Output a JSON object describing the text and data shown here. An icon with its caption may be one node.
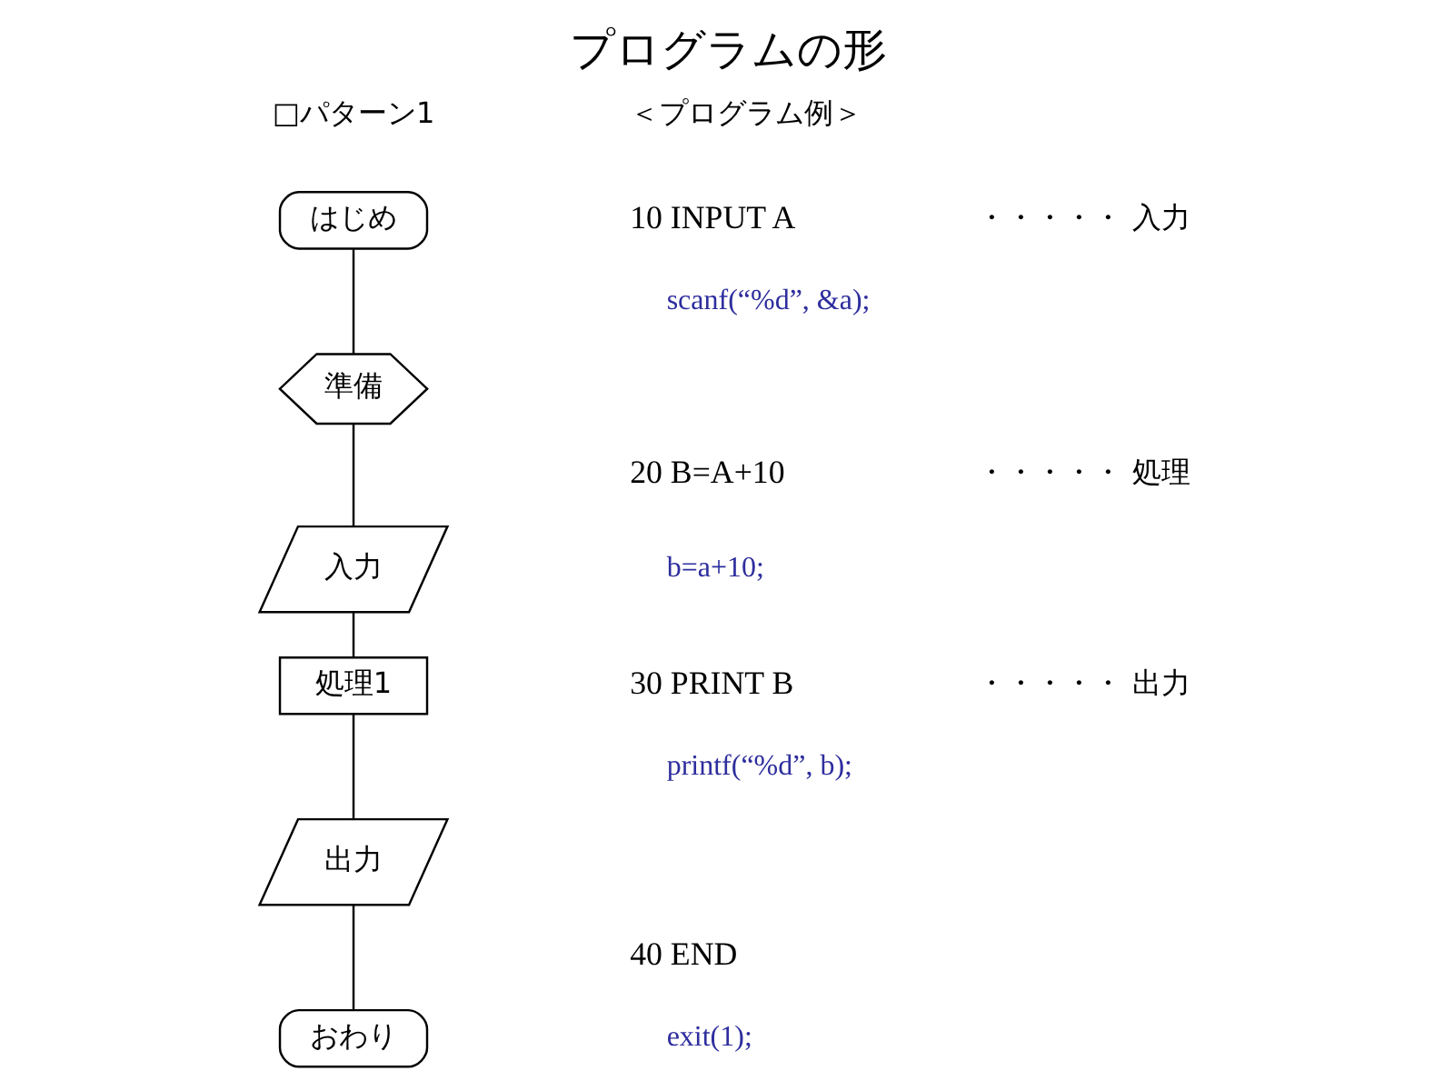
{
  "diagram": {
    "title": "プログラムの形",
    "nodes": [
      {
        "text": [
          "はじめ"
        ]
      },
      {
        "text": [
          "準備"
        ]
      },
      {
        "text": [
          "入力"
        ]
      },
      {
        "text": [
          "処理1"
        ]
      },
      {
        "text": [
          "出力"
        ]
      },
      {
        "text": [
          "おわり"
        ]
      }
    ],
    "edges": [
      {
        "from": 0,
        "to": 1,
        "arrow": "none"
      },
      {
        "from": 1,
        "to": 2,
        "arrow": "none"
      },
      {
        "from": 2,
        "to": 3,
        "arrow": "none"
      },
      {
        "from": 3,
        "to": 4,
        "arrow": "none"
      },
      {
        "from": 4,
        "to": 5,
        "arrow": "none"
      }
    ],
    "labels": [
      "□パターン1",
      "＜プログラム例＞",
      "10 INPUT A",
      "・・・・・ 入力",
      "scanf(“%d”, &a);",
      "20 B=A+10",
      "・・・・・ 処理",
      "b=a+10;",
      "30 PRINT B",
      "・・・・・ 出力",
      "printf(“%d”, b);",
      "40 END",
      "exit(1);"
    ]
  }
}
